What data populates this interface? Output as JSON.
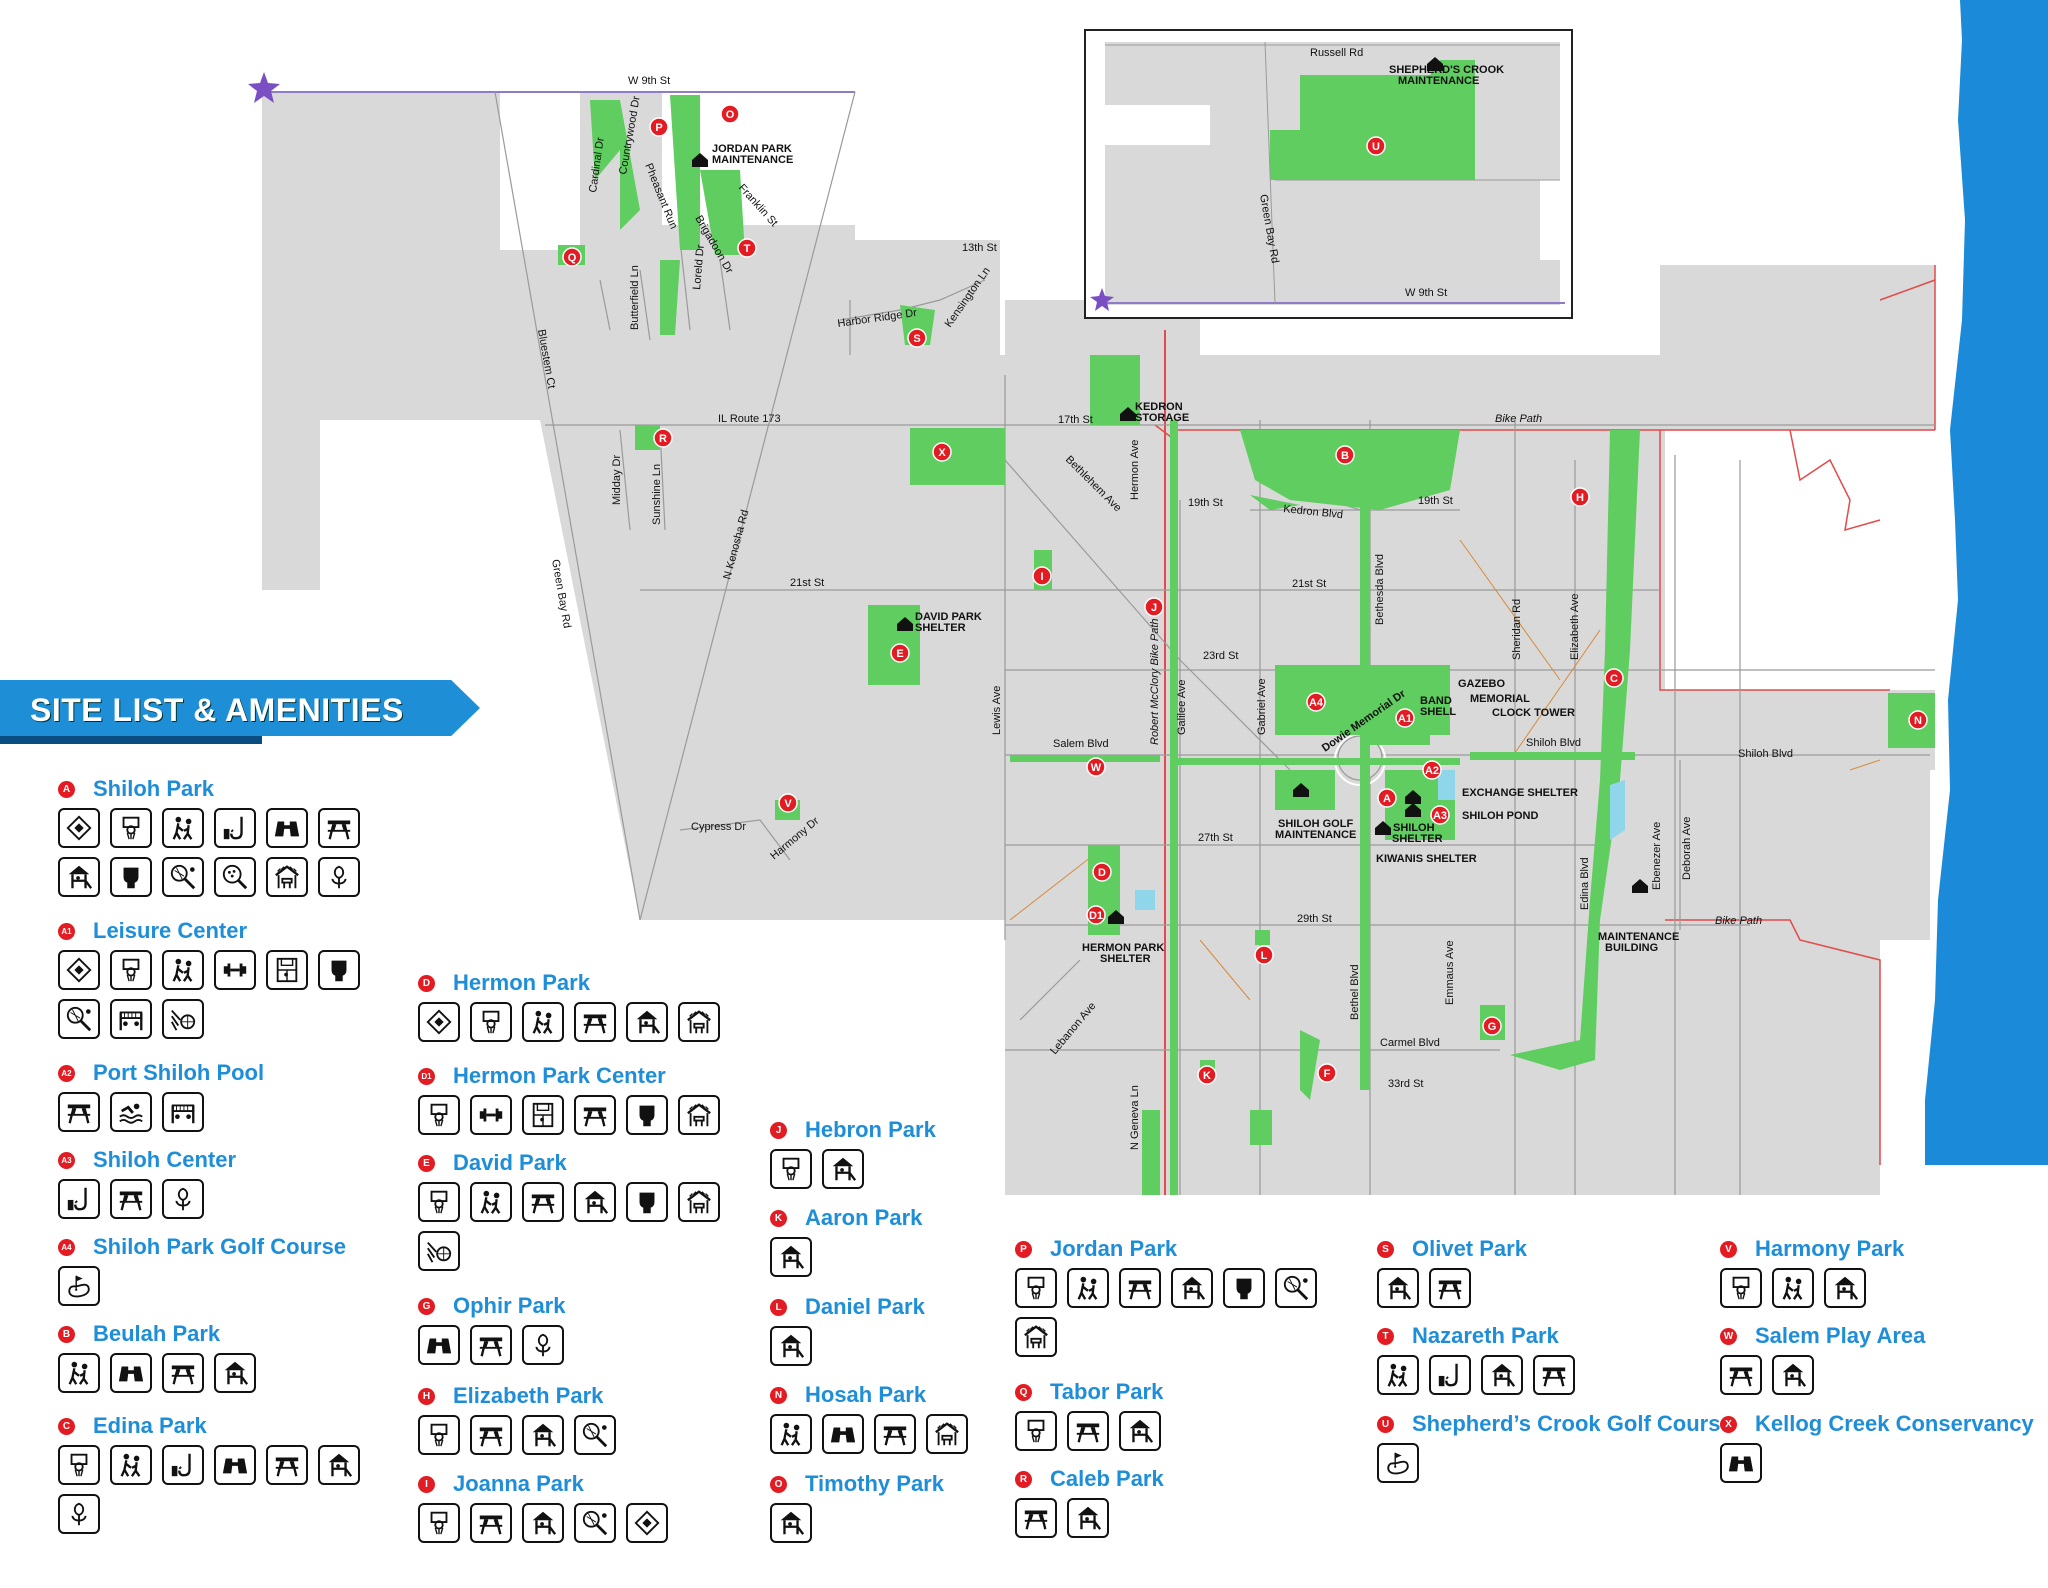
{
  "title": "SITE LIST & AMENITIES",
  "colors": {
    "park_green": "#5fcd5f",
    "land_gray": "#d9d9d9",
    "water_blue": "#1b8ad8",
    "marker_red": "#e31b23",
    "heading_blue": "#1f8ed8",
    "boundary_red": "#e34a4a",
    "trail_orange": "#d68b3d",
    "star_purple": "#7b4fc4"
  },
  "streets": {
    "w9th": "W 9th St",
    "13th": "13th St",
    "harbor_ridge": "Harbor Ridge Dr",
    "kensington": "Kensington Ln",
    "il173": "IL Route 173",
    "17th": "17th St",
    "bike_path": "Bike Path",
    "bike_path2": "Bike Path",
    "19th_a": "19th St",
    "19th_b": "19th St",
    "kedron": "Kedron Blvd",
    "21st_a": "21st St",
    "21st_b": "21st St",
    "23rd": "23rd St",
    "salem": "Salem Blvd",
    "shiloh_a": "Shiloh Blvd",
    "shiloh_b": "Shiloh Blvd",
    "27th": "27th St",
    "29th": "29th St",
    "carmel": "Carmel Blvd",
    "33rd": "33rd St",
    "cypress": "Cypress Dr",
    "harmony": "Harmony Dr",
    "bluestem": "Bluestem Ct",
    "butterfield": "Butterfield Ln",
    "loreld": "Loreld Dr",
    "brigadoon": "Brigadoon Dr",
    "franklin": "Franklin St",
    "pheasant": "Pheasant Run",
    "countrywood": "Countrywood Dr",
    "cardinal": "Cardinal Dr",
    "midday": "Midday Dr",
    "sunshine": "Sunshine Ln",
    "green_bay": "Green Bay Rd",
    "n_kenosha": "N Kenosha Rd",
    "bethlehem": "Bethlehem Ave",
    "hermon": "Hermon Ave",
    "lewis": "Lewis Ave",
    "robert_mcclory": "Robert McClory Bike Path",
    "galilee": "Galilee Ave",
    "gabriel": "Gabriel Ave",
    "dowie": "Dowie Memorial Dr",
    "bethesda": "Bethesda Blvd",
    "sheridan": "Sheridan Rd",
    "elizabeth_ave": "Elizabeth Ave",
    "edina_blvd": "Edina Blvd",
    "ebenezer": "Ebenezer Ave",
    "deborah": "Deborah Ave",
    "bethel": "Bethel Blvd",
    "emmaus": "Emmaus Ave",
    "lebanon": "Lebanon Ave",
    "n_geneva": "N Geneva Ln",
    "russell": "Russell Rd",
    "inset_green_bay": "Green Bay Rd",
    "inset_w9th": "W 9th St"
  },
  "facilities": {
    "jordan_maint_1": "JORDAN PARK",
    "jordan_maint_2": "MAINTENANCE",
    "kedron_1": "KEDRON",
    "kedron_2": "STORAGE",
    "david_1": "DAVID PARK",
    "david_2": "SHELTER",
    "band_1": "BAND",
    "band_2": "SHELL",
    "gazebo": "GAZEBO",
    "memorial": "MEMORIAL",
    "clock": "CLOCK TOWER",
    "exchange": "EXCHANGE SHELTER",
    "shiloh_pond": "SHILOH POND",
    "golf_maint_1": "SHILOH GOLF",
    "golf_maint_2": "MAINTENANCE",
    "shiloh_shelter_1": "SHILOH",
    "shiloh_shelter_2": "SHELTER",
    "kiwanis": "KIWANIS SHELTER",
    "hermon_shelter_1": "HERMON PARK",
    "hermon_shelter_2": "SHELTER",
    "maint_bldg_1": "MAINTENANCE",
    "maint_bldg_2": "BUILDING",
    "shepherd_1": "SHEPHERD'S CROOK",
    "shepherd_2": "MAINTENANCE"
  },
  "map_markers": [
    "A",
    "A1",
    "A2",
    "A3",
    "A4",
    "B",
    "C",
    "D",
    "D1",
    "E",
    "F",
    "G",
    "H",
    "I",
    "J",
    "K",
    "L",
    "N",
    "O",
    "P",
    "Q",
    "R",
    "S",
    "T",
    "U",
    "V",
    "W",
    "X"
  ],
  "sites": [
    {
      "code": "A",
      "name": "Shiloh Park",
      "amenities": [
        "baseball-field",
        "basketball",
        "playground-kids",
        "fishing",
        "binoculars",
        "picnic-table",
        "playground-structure",
        "restroom",
        "tennis",
        "pickleball",
        "shelter",
        "garden"
      ]
    },
    {
      "code": "A1",
      "name": "Leisure Center",
      "amenities": [
        "baseball-field",
        "basketball",
        "playground-kids",
        "fitness",
        "racquetball",
        "restroom",
        "tennis",
        "volleyball",
        "sports-misc"
      ]
    },
    {
      "code": "A2",
      "name": "Port Shiloh Pool",
      "amenities": [
        "picnic-table",
        "swimming",
        "volleyball"
      ]
    },
    {
      "code": "A3",
      "name": "Shiloh Center",
      "amenities": [
        "fishing",
        "picnic-table",
        "garden"
      ]
    },
    {
      "code": "A4",
      "name": "Shiloh Park Golf Course",
      "amenities": [
        "golf"
      ]
    },
    {
      "code": "B",
      "name": "Beulah Park",
      "amenities": [
        "playground-kids",
        "binoculars",
        "picnic-table",
        "playground-structure"
      ]
    },
    {
      "code": "C",
      "name": "Edina Park",
      "amenities": [
        "basketball",
        "playground-kids",
        "fishing",
        "binoculars",
        "picnic-table",
        "playground-structure",
        "garden"
      ]
    },
    {
      "code": "D",
      "name": "Hermon Park",
      "amenities": [
        "baseball-field",
        "basketball",
        "playground-kids",
        "picnic-table",
        "playground-structure",
        "shelter"
      ]
    },
    {
      "code": "D1",
      "name": "Hermon Park Center",
      "amenities": [
        "basketball",
        "fitness",
        "racquetball",
        "picnic-table",
        "restroom",
        "shelter"
      ]
    },
    {
      "code": "E",
      "name": "David Park",
      "amenities": [
        "basketball",
        "playground-kids",
        "picnic-table",
        "playground-structure",
        "restroom",
        "shelter",
        "sports-misc"
      ]
    },
    {
      "code": "G",
      "name": "Ophir Park",
      "amenities": [
        "binoculars",
        "picnic-table",
        "garden"
      ]
    },
    {
      "code": "H",
      "name": "Elizabeth Park",
      "amenities": [
        "basketball",
        "picnic-table",
        "playground-structure",
        "tennis"
      ]
    },
    {
      "code": "I",
      "name": "Joanna Park",
      "amenities": [
        "basketball",
        "picnic-table",
        "playground-structure",
        "tennis",
        "baseball-field"
      ]
    },
    {
      "code": "J",
      "name": "Hebron Park",
      "amenities": [
        "basketball",
        "playground-structure"
      ]
    },
    {
      "code": "K",
      "name": "Aaron Park",
      "amenities": [
        "playground-structure"
      ]
    },
    {
      "code": "L",
      "name": "Daniel Park",
      "amenities": [
        "playground-structure"
      ]
    },
    {
      "code": "N",
      "name": "Hosah Park",
      "amenities": [
        "playground-kids",
        "binoculars",
        "picnic-table",
        "shelter"
      ]
    },
    {
      "code": "O",
      "name": "Timothy Park",
      "amenities": [
        "playground-structure"
      ]
    },
    {
      "code": "P",
      "name": "Jordan Park",
      "amenities": [
        "basketball",
        "playground-kids",
        "picnic-table",
        "playground-structure",
        "restroom",
        "tennis",
        "shelter"
      ]
    },
    {
      "code": "Q",
      "name": "Tabor Park",
      "amenities": [
        "basketball",
        "picnic-table",
        "playground-structure"
      ]
    },
    {
      "code": "R",
      "name": "Caleb Park",
      "amenities": [
        "picnic-table",
        "playground-structure"
      ]
    },
    {
      "code": "S",
      "name": "Olivet Park",
      "amenities": [
        "playground-structure",
        "picnic-table"
      ]
    },
    {
      "code": "T",
      "name": "Nazareth Park",
      "amenities": [
        "playground-kids",
        "fishing",
        "playground-structure",
        "picnic-table"
      ]
    },
    {
      "code": "U",
      "name": "Shepherd’s Crook Golf Course",
      "amenities": [
        "golf"
      ]
    },
    {
      "code": "V",
      "name": "Harmony Park",
      "amenities": [
        "basketball",
        "playground-kids",
        "playground-structure"
      ]
    },
    {
      "code": "W",
      "name": "Salem Play Area",
      "amenities": [
        "picnic-table",
        "playground-structure"
      ]
    },
    {
      "code": "X",
      "name": "Kellog Creek Conservancy",
      "amenities": [
        "binoculars"
      ]
    }
  ]
}
